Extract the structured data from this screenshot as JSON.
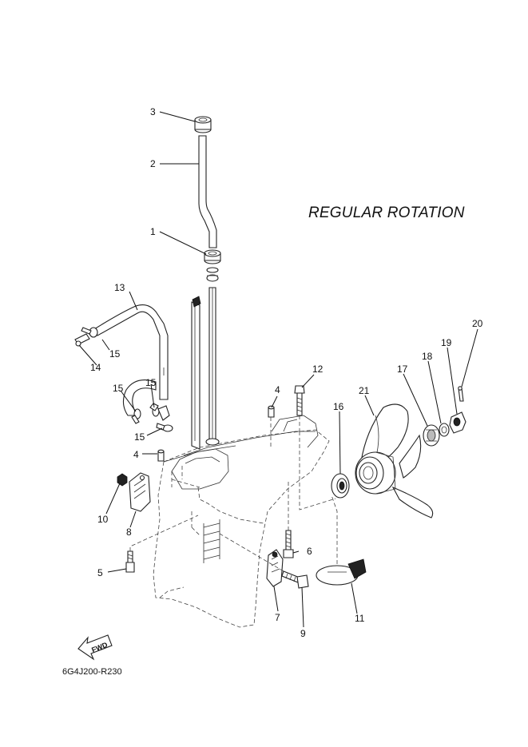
{
  "title": "REGULAR ROTATION",
  "diagram_code": "6G4J200-R230",
  "fwd_label": "FWD",
  "callouts": [
    {
      "id": "c1",
      "text": "1"
    },
    {
      "id": "c2",
      "text": "2"
    },
    {
      "id": "c3",
      "text": "3"
    },
    {
      "id": "c4a",
      "text": "4"
    },
    {
      "id": "c4b",
      "text": "4"
    },
    {
      "id": "c5",
      "text": "5"
    },
    {
      "id": "c6",
      "text": "6"
    },
    {
      "id": "c7",
      "text": "7"
    },
    {
      "id": "c8",
      "text": "8"
    },
    {
      "id": "c9",
      "text": "9"
    },
    {
      "id": "c10",
      "text": "10"
    },
    {
      "id": "c11",
      "text": "11"
    },
    {
      "id": "c12",
      "text": "12"
    },
    {
      "id": "c13",
      "text": "13"
    },
    {
      "id": "c14",
      "text": "14"
    },
    {
      "id": "c15a",
      "text": "15"
    },
    {
      "id": "c15b",
      "text": "15"
    },
    {
      "id": "c15c",
      "text": "15"
    },
    {
      "id": "c15d",
      "text": "15"
    },
    {
      "id": "c16",
      "text": "16"
    },
    {
      "id": "c17",
      "text": "17"
    },
    {
      "id": "c18",
      "text": "18"
    },
    {
      "id": "c19",
      "text": "19"
    },
    {
      "id": "c20",
      "text": "20"
    },
    {
      "id": "c21",
      "text": "21"
    }
  ]
}
